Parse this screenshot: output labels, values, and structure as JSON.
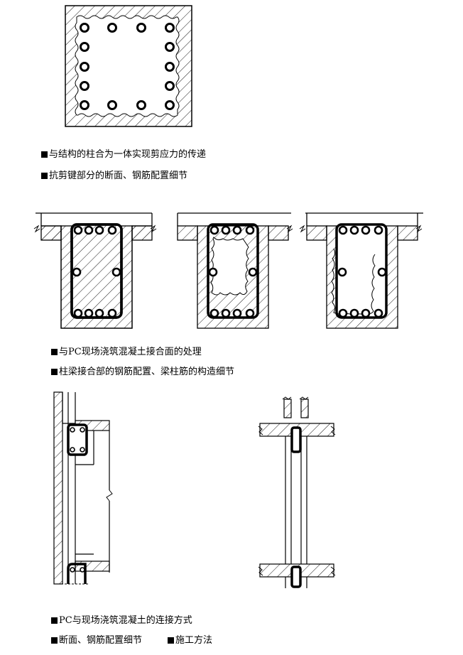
{
  "captions": {
    "c1": "与结构的柱合为一体实现剪应力的传递",
    "c2": "抗剪键部分的断面、钢筋配置细节",
    "c3": "与PC现场浇筑混凝土接合面的处理",
    "c4": "柱梁接合部的钢筋配置、梁柱筋的构造细节",
    "c5": "PC与现场浇筑混凝土的连接方式",
    "c6a": "断面、钢筋配置细节",
    "c6b": "施工方法"
  }
}
